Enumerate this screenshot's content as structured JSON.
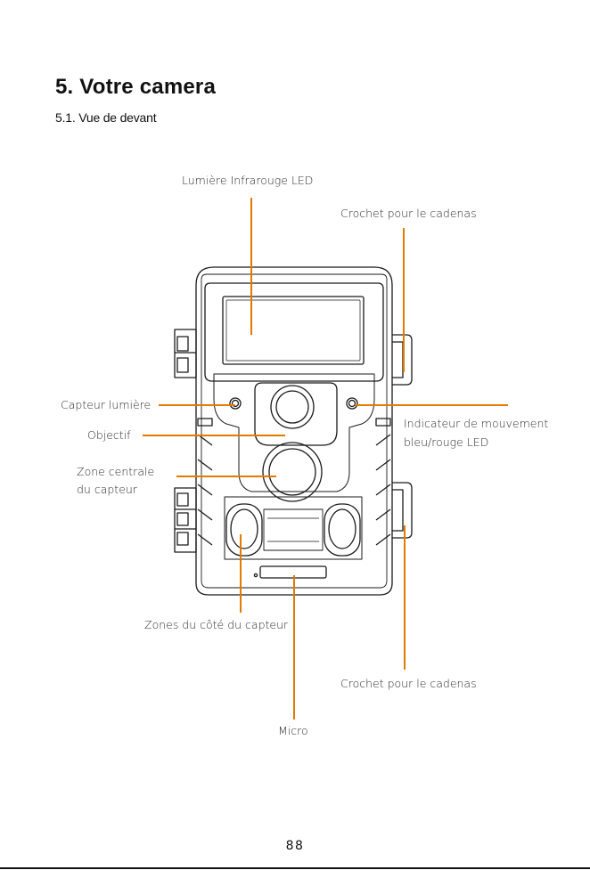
{
  "heading": {
    "title": "5. Votre camera",
    "subtitle": "5.1. Vue de devant"
  },
  "labels": {
    "infrared_led": "Lumière Infrarouge LED",
    "hook_top": "Crochet pour le cadenas",
    "light_sensor": "Capteur lumière",
    "lens": "Objectif",
    "central_zone_line1": "Zone centrale",
    "central_zone_line2": "du capteur",
    "motion_indicator_line1": "Indicateur de mouvement",
    "motion_indicator_line2": "bleu/rouge LED",
    "side_zones": "Zones du côté du capteur",
    "hook_bottom": "Crochet pour le cadenas",
    "micro": "Micro"
  },
  "page_number": "88",
  "colors": {
    "leader_line": "#e07b00",
    "outline": "#1a1a1a",
    "text": "#2a2a2a"
  }
}
